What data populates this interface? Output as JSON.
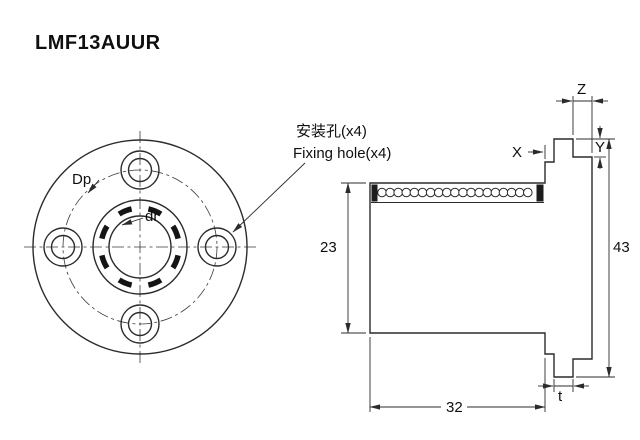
{
  "title": "LMF13AUUR",
  "front_view": {
    "pitch_circle_label": "Dp",
    "bore_label": "dr"
  },
  "callout": {
    "line1_zh": "安装孔(x4)",
    "line2_en": "Fixing hole(x4)"
  },
  "side_view": {
    "dim_pilot_length": "Z",
    "dim_step_width": "X",
    "dim_pilot_step_height": "Y",
    "dim_body_diameter": "23",
    "dim_flange_diameter": "43",
    "dim_length": "32",
    "dim_flange_thickness": "t"
  },
  "colors": {
    "line": "#2b2b2b",
    "background": "#ffffff"
  }
}
